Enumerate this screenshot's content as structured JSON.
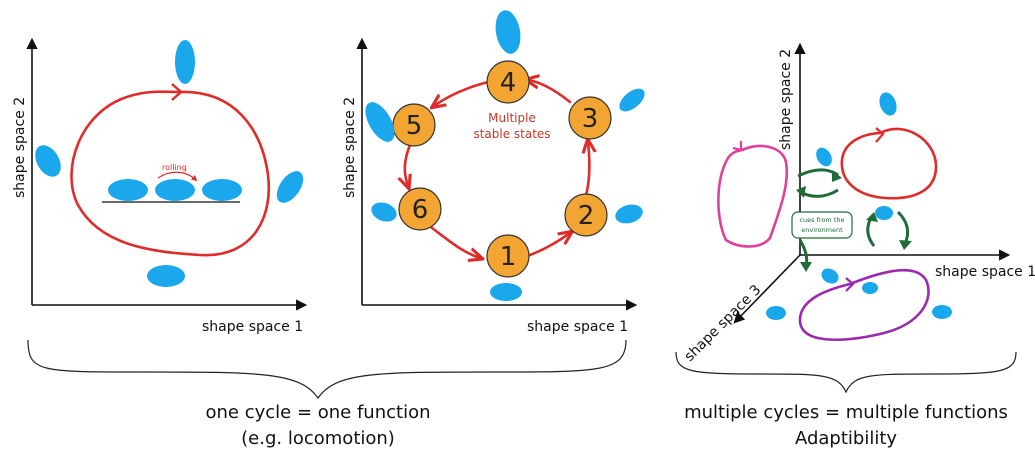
{
  "panel1": {
    "y_label": "shape space 2",
    "x_label": "shape space 1",
    "rolling_label": "rolling"
  },
  "panel2": {
    "y_label": "shape space 2",
    "x_label": "shape space 1",
    "center_label_line1": "Multiple",
    "center_label_line2": "stable states",
    "states": [
      "1",
      "2",
      "3",
      "4",
      "5",
      "6"
    ]
  },
  "panel3": {
    "y_label": "shape space 2",
    "x_label": "shape space 1",
    "z_label": "shape space 3",
    "cues_line1": "cues from the",
    "cues_line2": "environment"
  },
  "captions": {
    "left_line1": "one cycle = one function",
    "left_line2": "(e.g. locomotion)",
    "right_line1": "multiple cycles = multiple functions",
    "right_line2": "Adaptibility"
  },
  "colors": {
    "cycle_red": "#e02b2b",
    "cycle_pink": "#e0409a",
    "cycle_purple": "#9b2bb0",
    "robot_blue": "#1aa7ec",
    "state_orange": "#f3a533",
    "cue_green": "#1f6b3a"
  }
}
